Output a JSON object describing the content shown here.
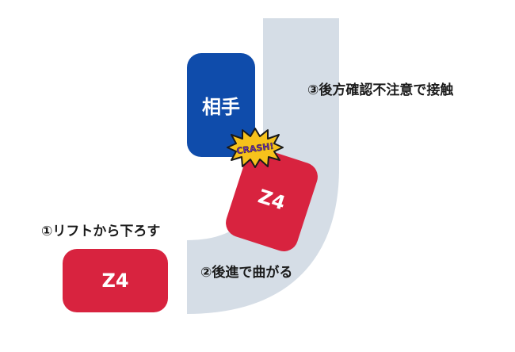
{
  "vehicles": {
    "other": "相手",
    "own_start": "Z4",
    "own_turning": "Z4"
  },
  "annotations": {
    "step1": "①リフトから下ろす",
    "step2": "②後進で曲がる",
    "step3": "③後方確認不注意で接触"
  },
  "crash_text": "CRASH!",
  "colors": {
    "road": "#d5dde6",
    "other_car": "#0f4cab",
    "own_car": "#d8233f",
    "crash_burst": "#f6c21c",
    "crash_outline": "#1a1a1a"
  },
  "icons": [
    "crash-burst-icon"
  ]
}
